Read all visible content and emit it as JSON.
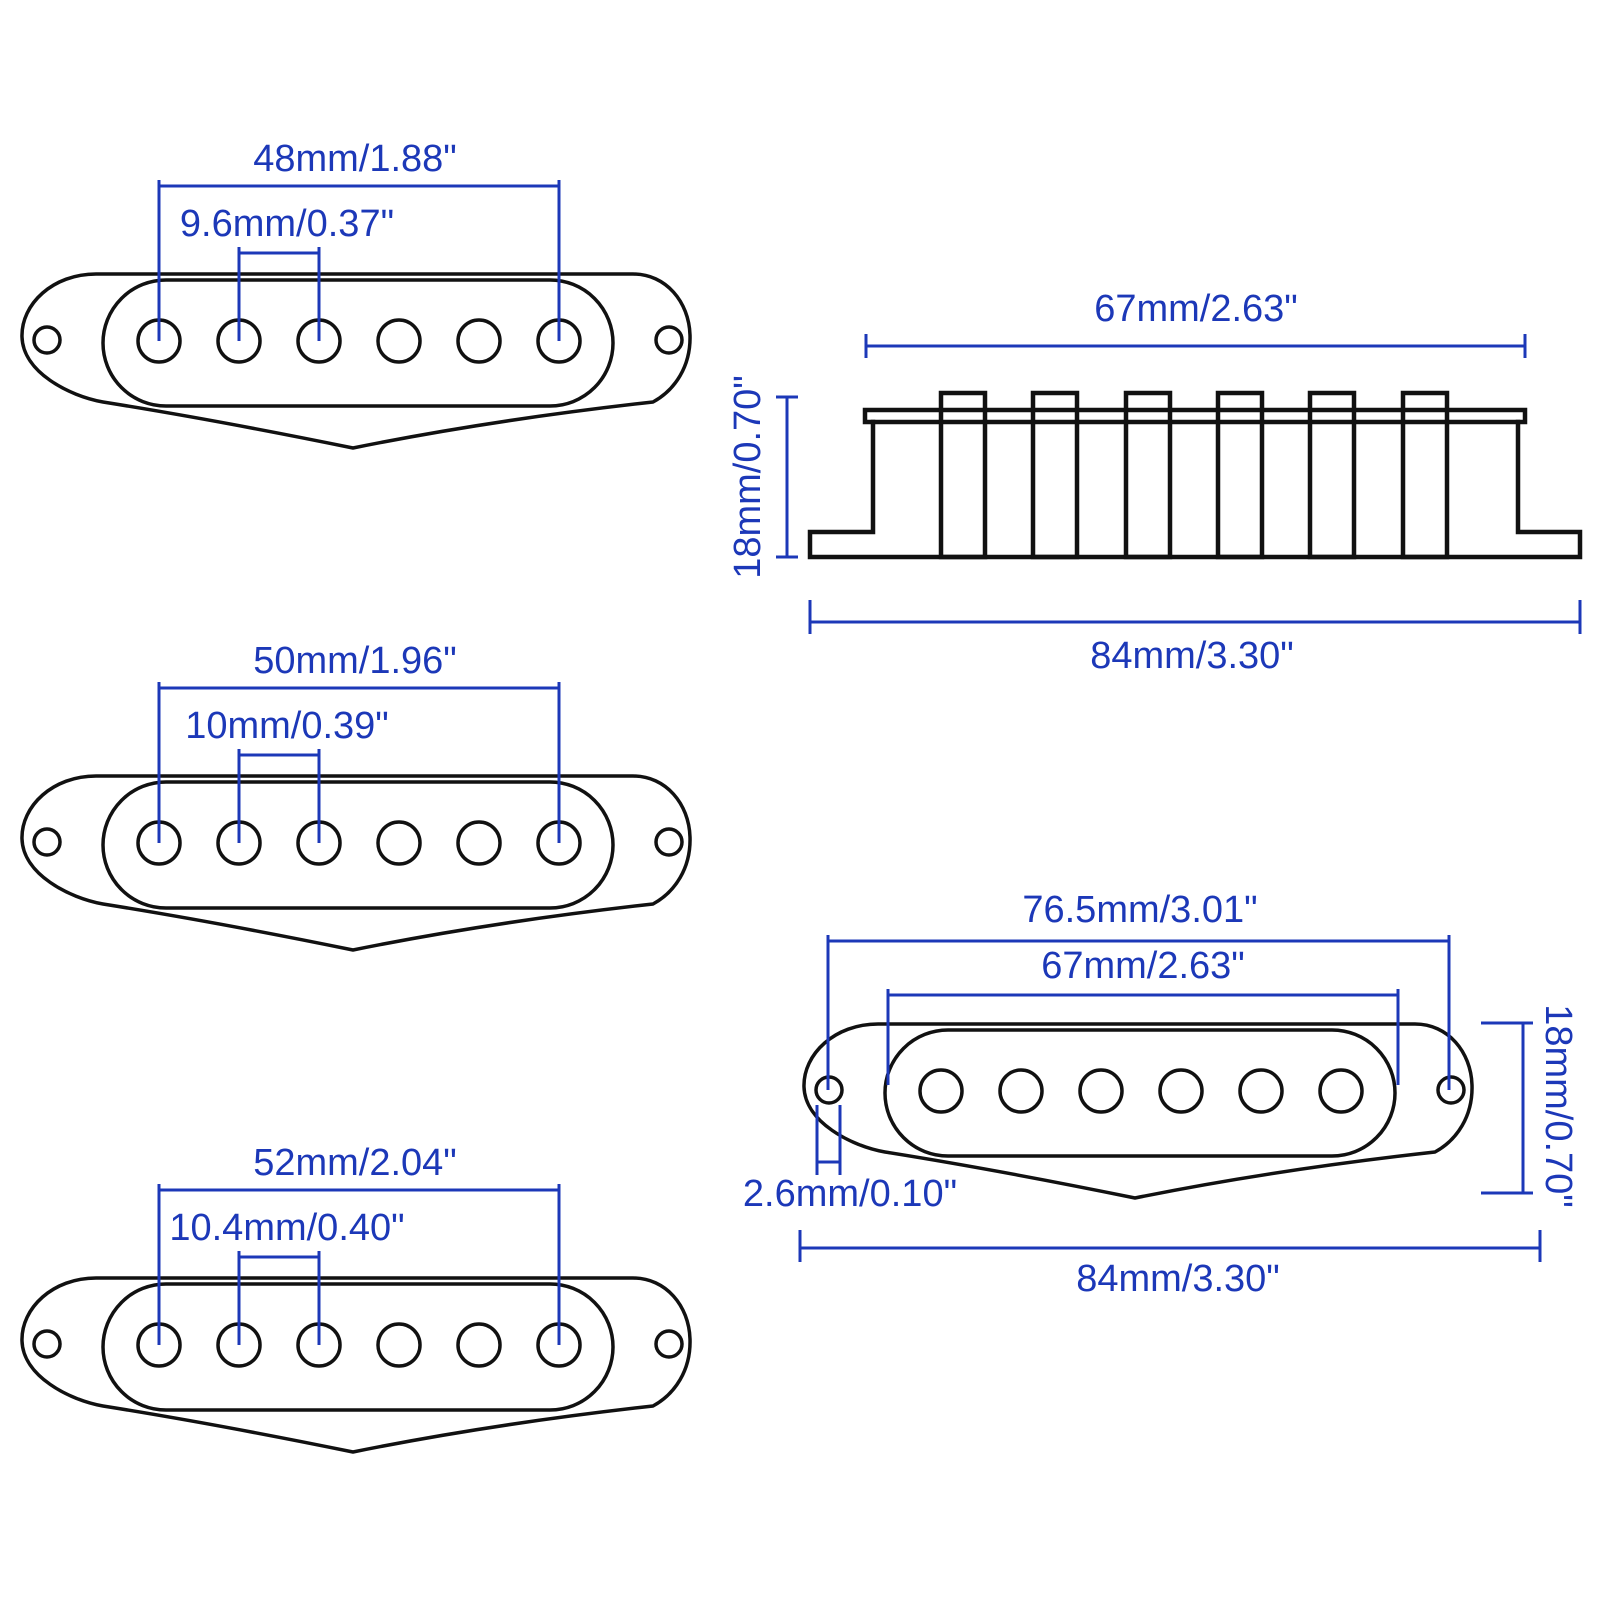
{
  "diagram_title": "guitar-single-coil-pickup-dimension-drawing",
  "colors": {
    "background": "#ffffff",
    "line": "#111111",
    "dimension": "#1c38b8"
  },
  "views": {
    "pickup_a": {
      "description": "top view pickup 48mm",
      "span_label": "48mm/1.88\"",
      "spacing_label": "9.6mm/0.37\""
    },
    "pickup_b": {
      "description": "top view pickup 50mm",
      "span_label": "50mm/1.96\"",
      "spacing_label": "10mm/0.39\""
    },
    "pickup_c": {
      "description": "top view pickup 52mm",
      "span_label": "52mm/2.04\"",
      "spacing_label": "10.4mm/0.40\""
    },
    "side_view": {
      "description": "side view pickup",
      "top_width_label": "67mm/2.63\"",
      "height_label": "18mm/0.70\"",
      "total_width_label": "84mm/3.30\""
    },
    "pickup_d": {
      "description": "top view pickup with flange dimensions",
      "screw_span_label": "76.5mm/3.01\"",
      "body_width_label": "67mm/2.63\"",
      "screw_hole_label": "2.6mm/0.10\"",
      "height_label": "18mm/0.70\"",
      "total_width_label": "84mm/3.30\""
    }
  }
}
